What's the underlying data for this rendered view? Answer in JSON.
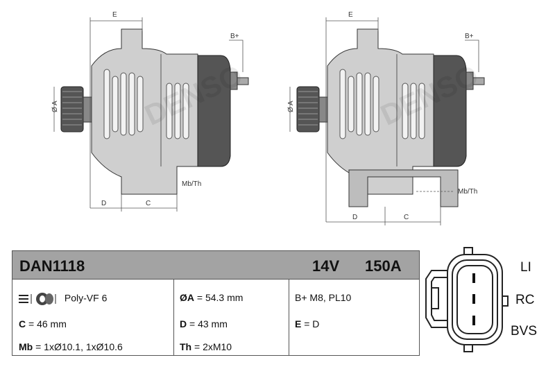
{
  "watermark": "DENSO",
  "drawing": {
    "dim_e": "E",
    "dim_b_plus": "B+",
    "dim_a": "Ø A",
    "dim_mb_th": "Mb/Th",
    "dim_d": "D",
    "dim_c": "C"
  },
  "table": {
    "part_number": "DAN1118",
    "voltage": "14V",
    "current": "150A",
    "pulley": "Poly-VF 6",
    "c_key": "C",
    "c_val": " = 46 mm",
    "mb_key": "Mb",
    "mb_val": " = 1xØ10.1, 1xØ10.6",
    "a_key": "ØA",
    "a_val": " = 54.3 mm",
    "d_key": "D",
    "d_val": " = 43 mm",
    "th_key": "Th",
    "th_val": " = 2xM10",
    "terminal": "B+ M8, PL10",
    "e_key": "E",
    "e_val": " = D"
  },
  "connector": {
    "pins": [
      "LI",
      "RC",
      "BVS"
    ]
  }
}
